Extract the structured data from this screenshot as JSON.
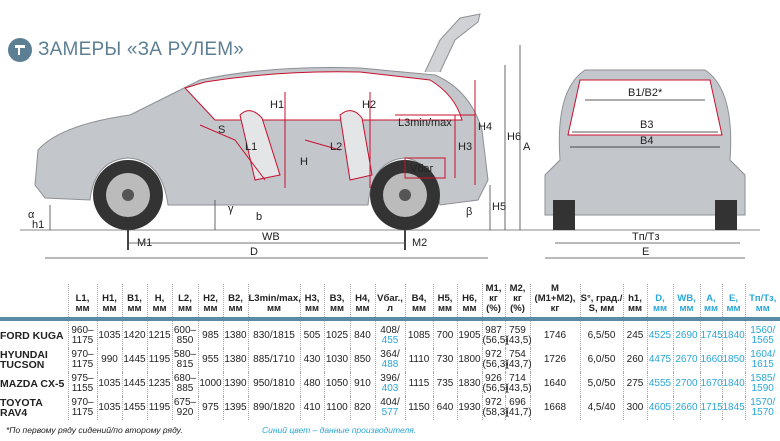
{
  "header": {
    "title": "ЗАМЕРЫ «ЗА РУЛЕМ»",
    "icon": "caliper-icon"
  },
  "diagram": {
    "labels": {
      "S": "S",
      "H1": "H1",
      "L1": "L1",
      "L2": "L2",
      "H": "H",
      "H2": "H2",
      "L3": "L3min/max",
      "H3": "H3",
      "V": "Vбаг",
      "H4": "H4",
      "H5": "H5",
      "H6": "H6",
      "A": "A",
      "alpha": "α",
      "h1": "h1",
      "b": "b",
      "gamma": "γ",
      "beta": "β",
      "M1": "M1",
      "M2": "M2",
      "WB": "WB",
      "D": "D",
      "B1B2": "B1/B2*",
      "B3": "B3",
      "B4": "B4",
      "T": "Tп/Tз",
      "E": "E"
    },
    "colors": {
      "measure": "#c8102e",
      "body": "#b9bcc0",
      "accent": "#2aa7d8"
    }
  },
  "table": {
    "headers": [
      {
        "label": "L1,",
        "unit": "мм"
      },
      {
        "label": "H1,",
        "unit": "мм"
      },
      {
        "label": "B1,",
        "unit": "мм"
      },
      {
        "label": "H,",
        "unit": "мм"
      },
      {
        "label": "L2,",
        "unit": "мм"
      },
      {
        "label": "H2,",
        "unit": "мм"
      },
      {
        "label": "B2,",
        "unit": "мм"
      },
      {
        "label": "L3min/max,",
        "unit": "мм"
      },
      {
        "label": "H3,",
        "unit": "мм"
      },
      {
        "label": "B3,",
        "unit": "мм"
      },
      {
        "label": "H4,",
        "unit": "мм"
      },
      {
        "label": "Vбаг.,",
        "unit": "л"
      },
      {
        "label": "B4,",
        "unit": "мм"
      },
      {
        "label": "H5,",
        "unit": "мм"
      },
      {
        "label": "H6,",
        "unit": "мм"
      },
      {
        "label": "M1, кг",
        "unit": "(%)"
      },
      {
        "label": "M2, кг",
        "unit": "(%)"
      },
      {
        "label": "M (M1+M2),",
        "unit": "кг"
      },
      {
        "label": "S°, град./",
        "unit": "S, мм"
      },
      {
        "label": "h1,",
        "unit": "мм"
      },
      {
        "label": "D,",
        "unit": "мм"
      },
      {
        "label": "WB,",
        "unit": "мм"
      },
      {
        "label": "A,",
        "unit": "мм"
      },
      {
        "label": "E,",
        "unit": "мм"
      },
      {
        "label": "Tп/Tз,",
        "unit": "мм"
      }
    ],
    "rows": [
      {
        "name": "FORD KUGA",
        "L1": "960–1175",
        "H1": "1035",
        "B1": "1420",
        "H": "1215",
        "L2": "600–850",
        "H2": "985",
        "B2": "1380",
        "L3": "830/1815",
        "H3": "505",
        "B3": "1025",
        "H4": "840",
        "V1": "408/",
        "V2": "455",
        "B4": "1085",
        "H5": "700",
        "H6": "1905",
        "M1": "987 (56,5)",
        "M2": "759 (43,5)",
        "M": "1746",
        "S": "6,5/50",
        "h1": "245",
        "D": "4525",
        "WB": "2690",
        "A": "1745",
        "E": "1840",
        "T": "1560/ 1565"
      },
      {
        "name": "HYUNDAI TUCSON",
        "L1": "970–1175",
        "H1": "990",
        "B1": "1445",
        "H": "1195",
        "L2": "580–815",
        "H2": "955",
        "B2": "1380",
        "L3": "885/1710",
        "H3": "430",
        "B3": "1030",
        "H4": "850",
        "V1": "364/",
        "V2": "488",
        "B4": "1110",
        "H5": "730",
        "H6": "1800",
        "M1": "972 (56,3)",
        "M2": "754 (43,7)",
        "M": "1726",
        "S": "6,0/50",
        "h1": "260",
        "D": "4475",
        "WB": "2670",
        "A": "1660",
        "E": "1850",
        "T": "1604/ 1615"
      },
      {
        "name": "MAZDA CX-5",
        "L1": "975–1155",
        "H1": "1035",
        "B1": "1445",
        "H": "1235",
        "L2": "680–885",
        "H2": "1000",
        "B2": "1390",
        "L3": "950/1810",
        "H3": "480",
        "B3": "1050",
        "H4": "910",
        "V1": "396/",
        "V2": "403",
        "B4": "1115",
        "H5": "735",
        "H6": "1830",
        "M1": "926 (56,5)",
        "M2": "714 (43,5)",
        "M": "1640",
        "S": "5,0/50",
        "h1": "275",
        "D": "4555",
        "WB": "2700",
        "A": "1670",
        "E": "1840",
        "T": "1585/ 1590"
      },
      {
        "name": "TOYOTA RAV4",
        "L1": "970–1175",
        "H1": "1035",
        "B1": "1455",
        "H": "1195",
        "L2": "675–920",
        "H2": "975",
        "B2": "1395",
        "L3": "890/1820",
        "H3": "410",
        "B3": "1100",
        "H4": "820",
        "V1": "404/",
        "V2": "577",
        "B4": "1150",
        "H5": "640",
        "H6": "1930",
        "M1": "972 (58,3)",
        "M2": "696 (41,7)",
        "M": "1668",
        "S": "4,5/40",
        "h1": "300",
        "D": "4605",
        "WB": "2660",
        "A": "1715",
        "E": "1845",
        "T": "1570/ 1570"
      }
    ],
    "footnote": "*По первому ряду сидений/по второму ряду.",
    "note_blue": "Синий цвет – данные производителя."
  }
}
